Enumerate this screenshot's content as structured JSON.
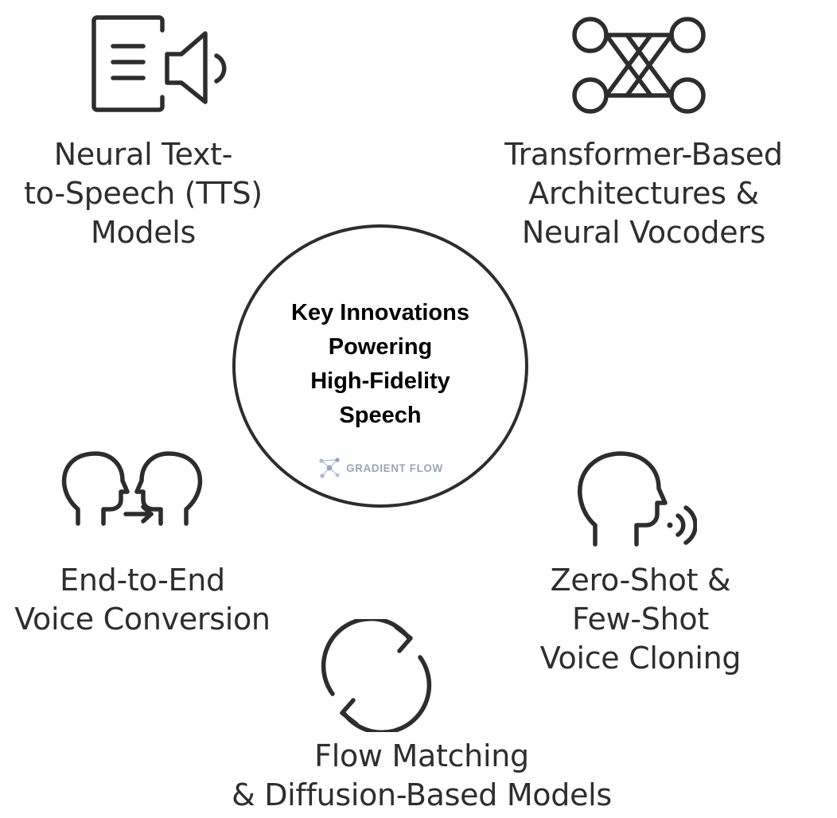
{
  "hub": {
    "title_lines": [
      "Key Innovations",
      "Powering",
      "High-Fidelity",
      "Speech"
    ],
    "brand": "GRADIENT FLOW",
    "brand_color": "#9aa5b5"
  },
  "nodes": [
    {
      "id": "neural-tts",
      "icon": "document-speaker-icon",
      "lines": [
        "Neural Text-",
        "to-Speech (TTS)",
        "Models"
      ]
    },
    {
      "id": "transformer",
      "icon": "network-graph-icon",
      "lines": [
        "Transformer-Based",
        "Architectures &",
        "Neural Vocoders"
      ]
    },
    {
      "id": "voice-conversion",
      "icon": "head-to-head-icon",
      "lines": [
        "End-to-End",
        "Voice Conversion"
      ]
    },
    {
      "id": "voice-cloning",
      "icon": "speaking-head-icon",
      "lines": [
        "Zero-Shot &",
        "Few-Shot",
        "Voice Cloning"
      ]
    },
    {
      "id": "flow-matching",
      "icon": "cycle-arrows-icon",
      "lines": [
        "Flow Matching",
        "& Diffusion-Based Models"
      ]
    }
  ],
  "colors": {
    "stroke": "#2d2d2d",
    "text": "#2e2e2e",
    "background": "#ffffff"
  }
}
